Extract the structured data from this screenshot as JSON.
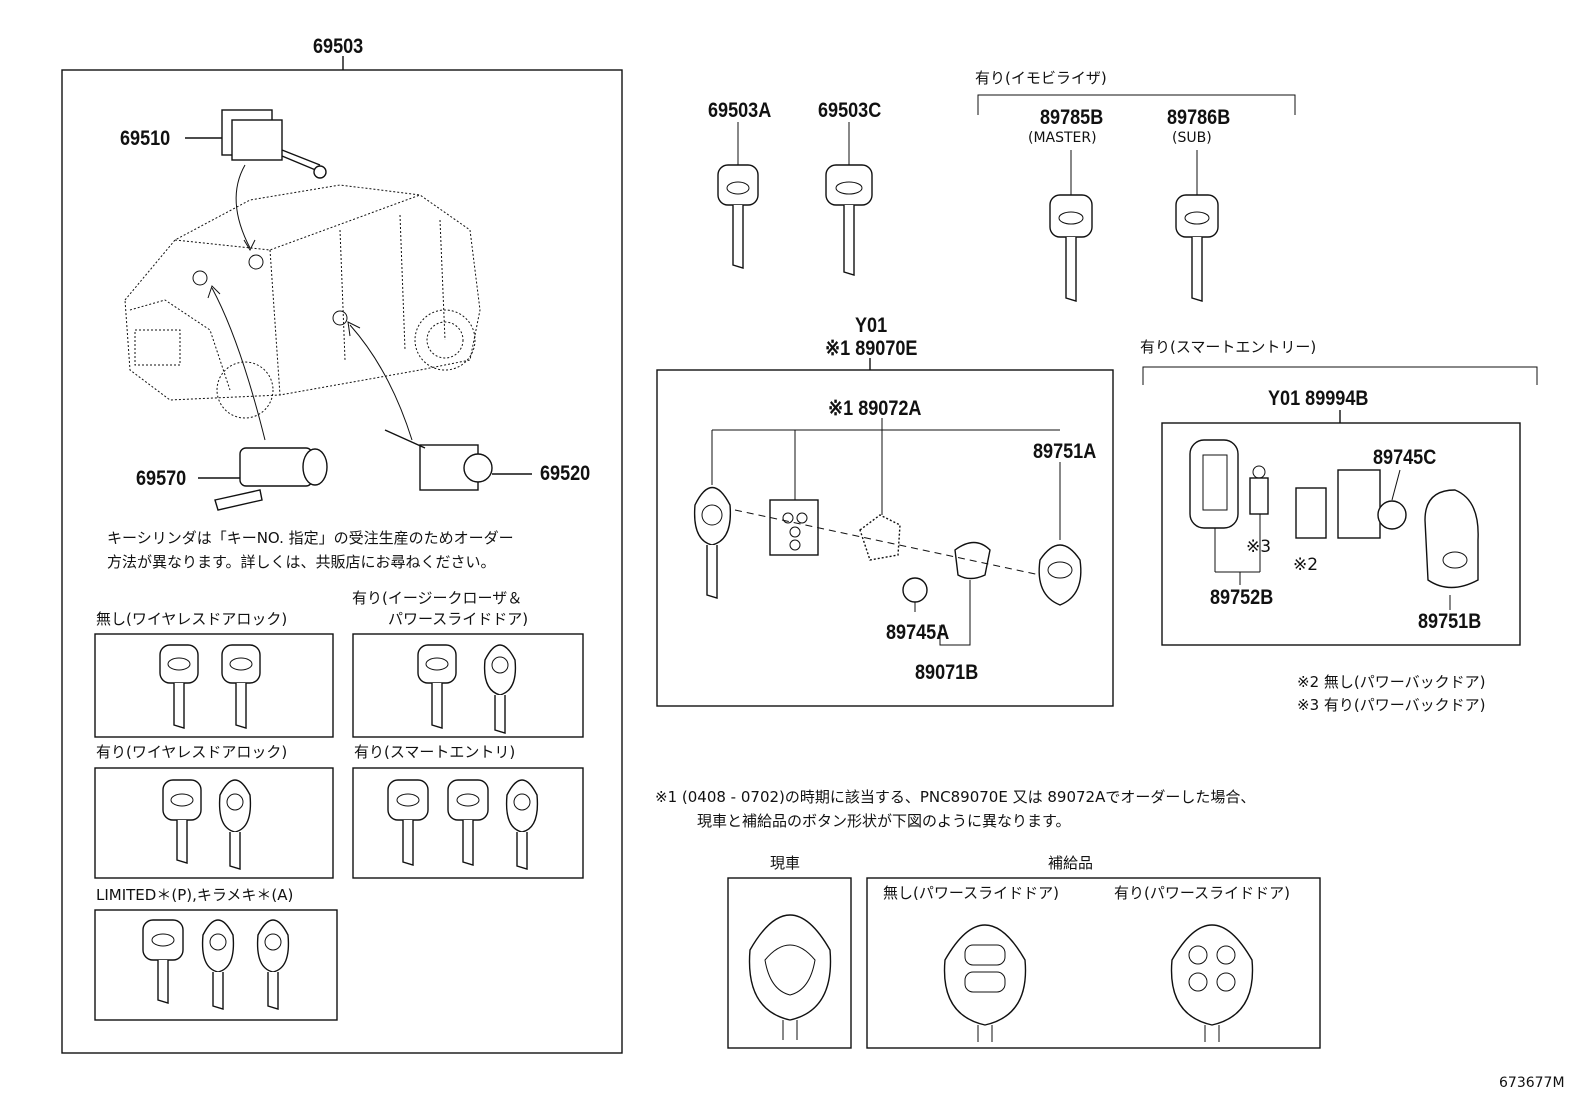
{
  "part_numbers": {
    "p69503": "69503",
    "p69510": "69510",
    "p69570": "69570",
    "p69520": "69520",
    "p69503A": "69503A",
    "p69503C": "69503C",
    "p89785B": "89785B",
    "p89786B": "89786B",
    "y01_top": "Y01",
    "p89070E": "※1 89070E",
    "p89072A": "※1 89072A",
    "p89751A": "89751A",
    "p89745A": "89745A",
    "p89071B": "89071B",
    "p89994B": "Y01 89994B",
    "p89745C": "89745C",
    "p89752B": "89752B",
    "p89751B": "89751B",
    "note3": "※3",
    "note2": "※2",
    "figure_id": "673677M"
  },
  "labels": {
    "immobilizer": "有り(イモビライザ)",
    "master": "(MASTER)",
    "sub": "(SUB)",
    "smart_entry_top": "有り(スマートエントリー)",
    "cylinder_note_1": "キーシリンダは「キーNO. 指定」の受注生産のためオーダー",
    "cylinder_note_2": "方法が異なります。詳しくは、共販店にお尋ねください。",
    "no_wireless": "無し(ワイヤレスドアロック)",
    "easy_closer_1": "有り(イージークローザ＆",
    "easy_closer_2": "パワースライドドア)",
    "wireless": "有り(ワイヤレスドアロック)",
    "smart_entry": "有り(スマートエントリ)",
    "limited": "LIMITED＊(P),キラメキ＊(A)",
    "note2_text": "※2  無し(パワーバックドア)",
    "note3_text": "※3  有り(パワーバックドア)",
    "footnote_1": "※1 (0408 - 0702)の時期に該当する、PNC89070E 又は 89072Aでオーダーした場合、",
    "footnote_2": "現車と補給品のボタン形状が下図のように異なります。",
    "current_car": "現車",
    "supply_part": "補給品",
    "no_power_slide": "無し(パワースライドドア)",
    "with_power_slide": "有り(パワースライドドア)"
  }
}
